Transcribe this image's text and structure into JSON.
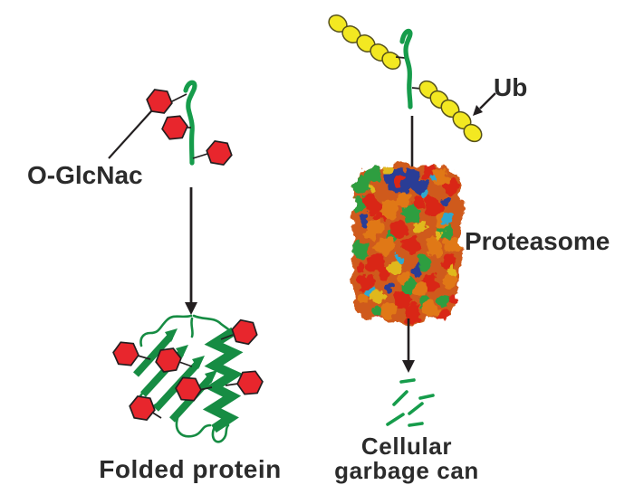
{
  "labels": {
    "o_glcnac": "O-GlcNac",
    "ub": "Ub",
    "proteasome": "Proteasome",
    "folded_protein": "Folded protein",
    "garbage_can_line1": "Cellular",
    "garbage_can_line2": "garbage can"
  },
  "colors": {
    "background": "#ffffff",
    "text": "#2b2b2b",
    "outline_dark": "#231f20",
    "glycan_red": "#e8262d",
    "peptide_green": "#169c4b",
    "protein_green": "#168c43",
    "ubiquitin_yellow": "#f3e821",
    "prot_base": "#cf5a1a",
    "prot_blue": "#2c3e96",
    "prot_green": "#2f9e41",
    "prot_red": "#d92715",
    "prot_orange": "#e07818",
    "prot_cyan": "#2fa8cf",
    "prot_yellow": "#e0b81f"
  }
}
